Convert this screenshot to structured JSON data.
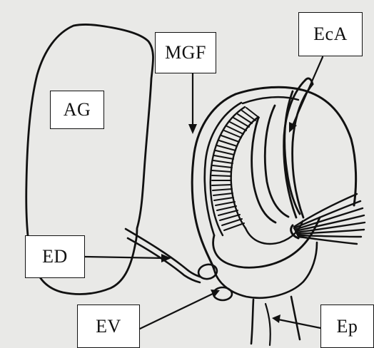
{
  "labels": {
    "ag": "AG",
    "mgf": "MGF",
    "eca": "EcA",
    "ed": "ED",
    "ev": "EV",
    "ep": "Ep"
  },
  "colors": {
    "background": "#e9e9e7",
    "ink": "#111111",
    "label_box": "#ffffff"
  }
}
